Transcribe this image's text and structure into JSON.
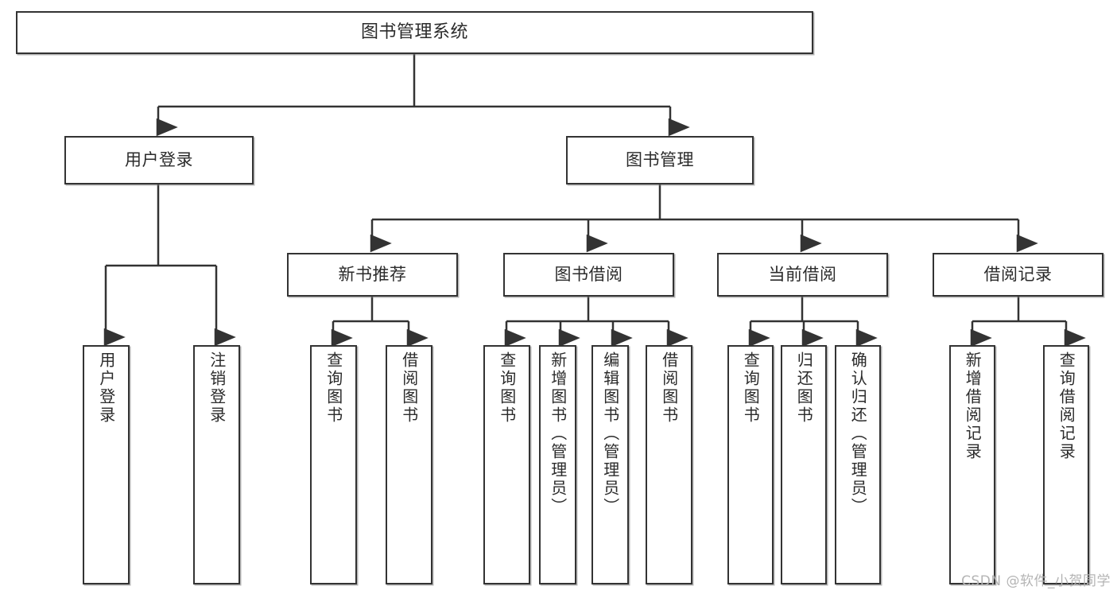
{
  "diagram": {
    "type": "tree",
    "title": "图书管理系统",
    "orientation": "top-down",
    "colors": {
      "box_border": "#333333",
      "box_fill": "#ffffff",
      "connector": "#333333",
      "text": "#2b2b2b",
      "watermark": "#b4b4b4",
      "background": "#ffffff"
    }
  },
  "root": {
    "label": "图书管理系统"
  },
  "level2": [
    {
      "label": "用户登录"
    },
    {
      "label": "图书管理"
    }
  ],
  "level3": [
    {
      "label": "新书推荐"
    },
    {
      "label": "图书借阅"
    },
    {
      "label": "当前借阅"
    },
    {
      "label": "借阅记录"
    }
  ],
  "leaves": {
    "user_login": [
      {
        "label": "用户登录"
      },
      {
        "label": "注销登录"
      }
    ],
    "new_book": [
      {
        "label": "查询图书"
      },
      {
        "label": "借阅图书"
      }
    ],
    "book_borrow": [
      {
        "label": "查询图书"
      },
      {
        "label": "新增图书（管理员）"
      },
      {
        "label": "编辑图书（管理员）"
      },
      {
        "label": "借阅图书"
      }
    ],
    "current_borrow": [
      {
        "label": "查询图书"
      },
      {
        "label": "归还图书"
      },
      {
        "label": "确认归还（管理员）"
      }
    ],
    "borrow_record": [
      {
        "label": "新增借阅记录"
      },
      {
        "label": "查询借阅记录"
      }
    ]
  },
  "watermark": {
    "text": "CSDN @软件_小贺同学"
  }
}
